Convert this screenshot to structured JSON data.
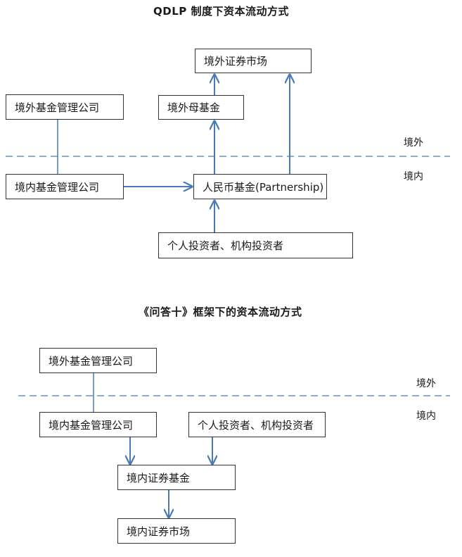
{
  "diagram1": {
    "title": "QDLP 制度下资本流动方式",
    "boxes": {
      "overseas_market": "境外证券市场",
      "overseas_manager": "境外基金管理公司",
      "overseas_master_fund": "境外母基金",
      "domestic_manager": "境内基金管理公司",
      "rmb_fund": "人民币基金(Partnership)",
      "investors": "个人投资者、机构投资者"
    },
    "regions": {
      "overseas": "境外",
      "domestic": "境内"
    }
  },
  "diagram2": {
    "title": "《问答十》框架下的资本流动方式",
    "boxes": {
      "overseas_manager": "境外基金管理公司",
      "domestic_manager": "境内基金管理公司",
      "investors": "个人投资者、机构投资者",
      "domestic_fund": "境内证券基金",
      "domestic_market": "境内证券市场"
    },
    "regions": {
      "overseas": "境外",
      "domestic": "境内"
    }
  },
  "colors": {
    "arrow": "#4a7ab5",
    "dashed": "#4a7ab5",
    "border": "#333333"
  }
}
